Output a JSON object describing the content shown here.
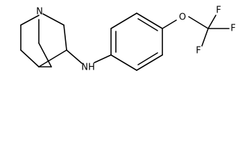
{
  "atoms": {
    "quinuclidine_n": "N",
    "amine_nh": "NH",
    "ether_o": "O",
    "fluorine_top": "F",
    "fluorine_right": "F",
    "fluorine_bottom": "F"
  }
}
